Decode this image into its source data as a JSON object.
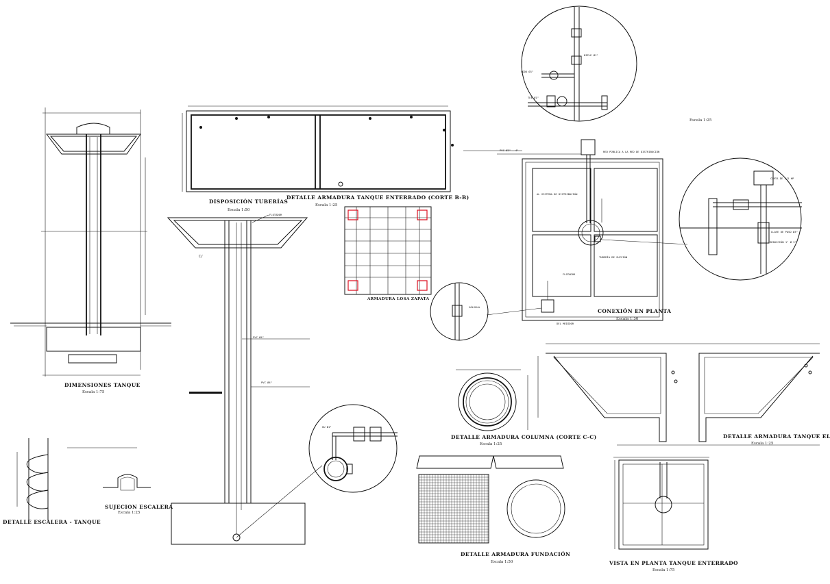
{
  "titles": {
    "dimensiones": "DIMENSIONES TANQUE",
    "disposicion": "DISPOSICIÓN TUBERÍAS",
    "armadura_enterrado": "DETALLE ARMADURA TANQUE ENTERRADO (CORTE B-B)",
    "conexion": "CONEXIÓN EN PLANTA",
    "losa_zapata": "ARMADURA LOSA ZAPATA",
    "columna": "DETALLE ARMADURA COLUMNA (CORTE C-C)",
    "elevado": "DETALLE ARMADURA TANQUE ELEVADO",
    "escalera": "DETALLE ESCALERA - TANQUE",
    "sujecion": "SUJECION ESCALERA",
    "fundacion": "DETALLE ARMADURA FUNDACIÓN",
    "vista_planta": "VISTA EN PLANTA TANQUE ENTERRADO"
  },
  "scales": {
    "dimensiones": "Escala 1:75",
    "disposicion": "Escala 1:50",
    "armadura_enterrado": "Escala 1:25",
    "conexion": "Escala 1:50",
    "columna": "Escala 1:25",
    "elevado": "Escala 1:25",
    "sujecion": "Escala 1:25",
    "fundacion": "Escala 1:50",
    "vista_planta": "Escala 1:75",
    "detalle_superior": "Escala 1:25"
  },
  "labels": {
    "flotador": "FLOTADOR",
    "flotador2": "FLOTADOR",
    "pvc_3_4": "PVC Ø3\" - 4\"",
    "pvc_4": "PVC Ø4\"",
    "sistema": "AL SISTEMA DE DISTRIBUCIÓN",
    "tuberia_succion": "TUBERÍA DE SUCCIÓN",
    "del_medidor": "DEL MEDIDOR",
    "red_distribucion": "RED PÚBLICA A LA RED DE DISTRIBUCIÓN",
    "llave_paso": "LLAVE DE PASO Ø3\"",
    "tapon_elevado": "CORTA DE 1/2 HP",
    "reduccion": "REDUCCIÓN 1\" Ø 3\"",
    "codo": "CODO Ø1\"",
    "tee": "TEE Ø1\"",
    "niple": "NIPLE Ø1\"",
    "union": "UU Ø1\"",
    "valvula": "VÁLVULA",
    "corte_c": "C/",
    "col_label": "PVC Ø4\""
  }
}
